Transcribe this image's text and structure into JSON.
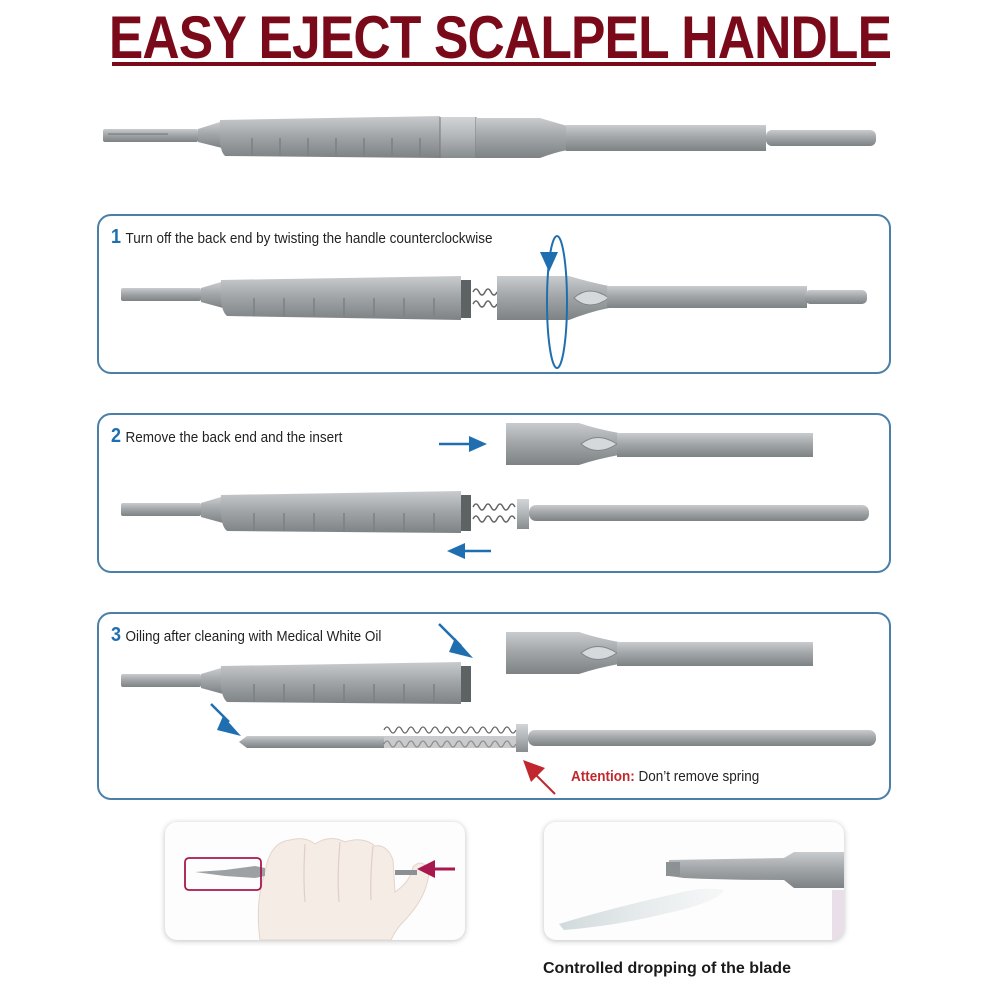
{
  "title": "EASY EJECT SCALPEL HANDLE",
  "colors": {
    "title": "#7a0a1a",
    "panel_border": "#4a7fa8",
    "step_number": "#1f6fb0",
    "arrow_blue": "#1f6fb0",
    "attention_red": "#c0282d",
    "photo_marker": "#a8184e",
    "steel": "#9a9ea2"
  },
  "steps": [
    {
      "number": "1",
      "text": "Turn off the back end by twisting the handle counterclockwise",
      "icons": [
        "rotation-arrow-icon"
      ]
    },
    {
      "number": "2",
      "text": "Remove the back end and the insert",
      "icons": [
        "arrow-right-icon",
        "arrow-left-icon"
      ]
    },
    {
      "number": "3",
      "text": "Oiling after cleaning with Medical White Oil",
      "icons": [
        "arrow-down-right-icon",
        "arrow-down-right-icon",
        "arrow-up-left-icon"
      ],
      "attention": {
        "label": "Attention:",
        "text": "Don’t remove spring"
      }
    }
  ],
  "photos": [
    {
      "name": "hand-grip-photo",
      "icons": [
        "highlight-box-icon",
        "arrow-left-icon"
      ]
    },
    {
      "name": "blade-drop-photo",
      "icons": []
    }
  ],
  "caption": "Controlled dropping of the blade"
}
